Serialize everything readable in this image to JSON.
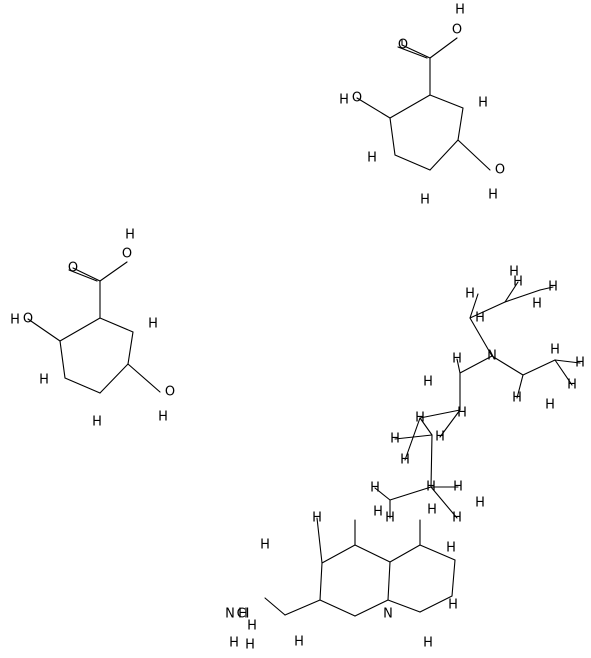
{
  "molecules": [
    {
      "name": "gentisic acid (upper)",
      "labels": [
        "O",
        "O",
        "H",
        "H",
        "O",
        "H",
        "H",
        "H",
        "O",
        "H"
      ]
    },
    {
      "name": "gentisic acid (lower)",
      "labels": [
        "O",
        "O",
        "H",
        "H",
        "O",
        "H",
        "H",
        "H",
        "O",
        "H"
      ]
    },
    {
      "name": "chloroquine",
      "labels": [
        "N",
        "H",
        "H",
        "H",
        "H",
        "H",
        "H",
        "H",
        "H",
        "H",
        "H",
        "H",
        "H",
        "H",
        "H",
        "H",
        "H",
        "H",
        "H",
        "H",
        "H",
        "H",
        "H",
        "H",
        "H",
        "H",
        "H",
        "H",
        "H",
        "N",
        "H",
        "H",
        "H",
        "H",
        "Cl",
        "H",
        "N",
        "H",
        "H",
        "H"
      ]
    }
  ]
}
